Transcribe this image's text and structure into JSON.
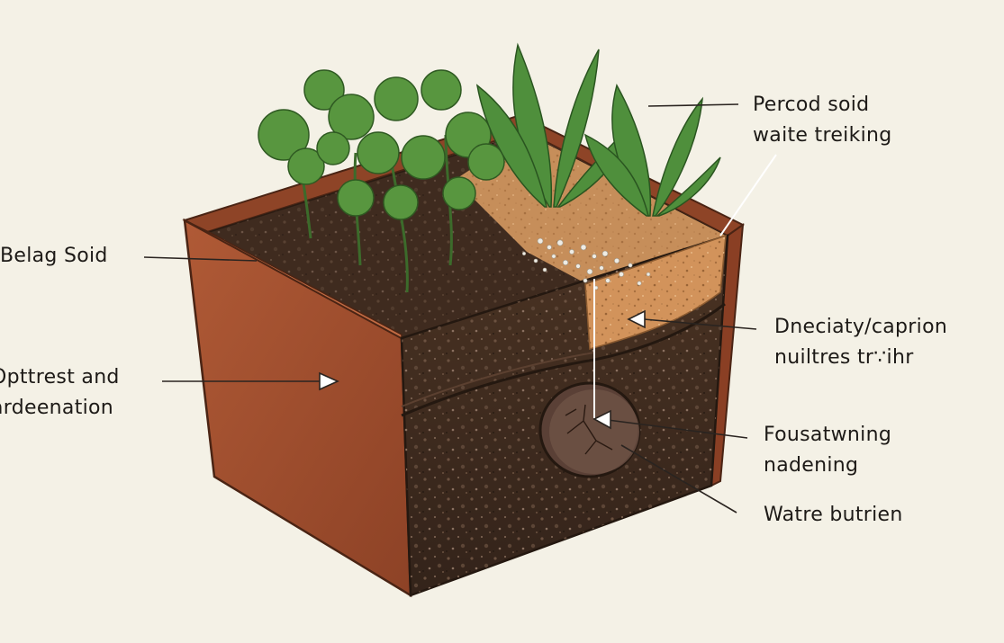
{
  "labels": {
    "topright": {
      "line1": "Percod soid",
      "line2": "waite treiking"
    },
    "left1": {
      "line1": "Belag Soid"
    },
    "left2": {
      "line1": "Opttrest and",
      "line2": "ardeenation"
    },
    "right1": {
      "line1": "Dneciaty/caprion",
      "line2": "nuiltres tr∵ihr"
    },
    "right2": {
      "line1": "Fousatwning",
      "line2": "nadening"
    },
    "right3": {
      "line1": "Watre butrien"
    }
  },
  "colors": {
    "background": "#f4f1e6",
    "pot": "#a1502f",
    "soil_dark": "#3d2a1e",
    "soil_light": "#c98a55",
    "leaf": "#4f8f3c",
    "text": "#1d1a17"
  }
}
